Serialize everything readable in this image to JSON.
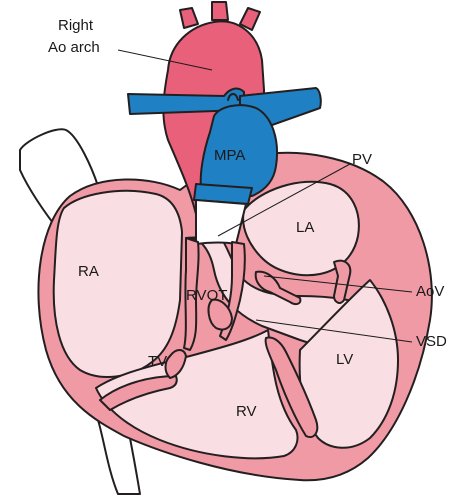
{
  "labels": {
    "right_ao_arch_line1": "Right",
    "right_ao_arch_line2": "Ao arch",
    "mpa": "MPA",
    "pv": "PV",
    "la": "LA",
    "ra": "RA",
    "rvot": "RVOT",
    "aov": "AoV",
    "vsd": "VSD",
    "tv": "TV",
    "lv": "LV",
    "rv": "RV"
  },
  "colors": {
    "aorta": "#e9607a",
    "pulmonary": "#1f80c4",
    "myocardium": "#ef9aa4",
    "chamber": "#f9dfe3",
    "vessel_white": "#ffffff",
    "outline": "#231f20"
  }
}
